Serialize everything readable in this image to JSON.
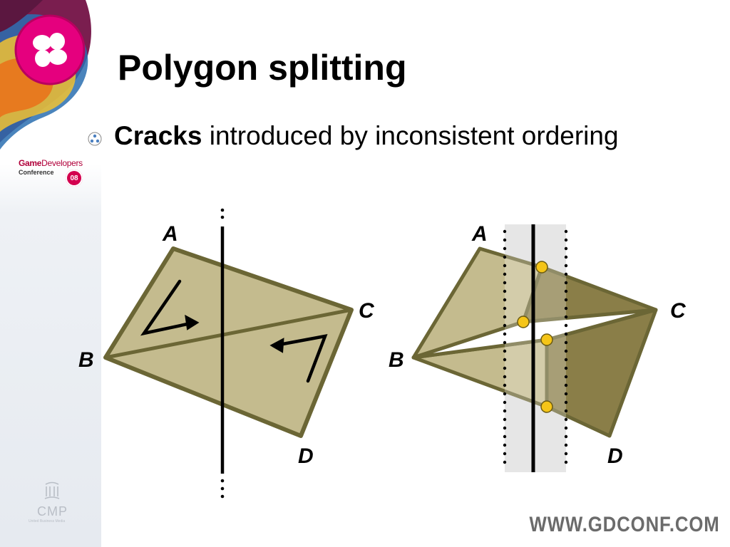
{
  "slide": {
    "title": "Polygon splitting",
    "bullet": {
      "bold": "Cracks",
      "rest": " introduced by inconsistent ordering"
    },
    "footer_url": "WWW.GDCONF.COM"
  },
  "branding": {
    "gdc_game": "Game",
    "gdc_developers": "Developers",
    "gdc_conference": "Conference",
    "gdc_year": "08",
    "cmp": "CMP",
    "cmp_sub": "United Business Media"
  },
  "diagram": {
    "left": {
      "labels": {
        "a": "A",
        "b": "B",
        "c": "C",
        "d": "D"
      }
    },
    "right": {
      "labels": {
        "a": "A",
        "b": "B",
        "c": "C",
        "d": "D"
      }
    },
    "colors": {
      "fill_light": "#c4bb8e",
      "fill_dark": "#8a7e48",
      "edge": "#6b6635",
      "split_band": "#dedede",
      "crack_point": "#f5c518"
    }
  }
}
